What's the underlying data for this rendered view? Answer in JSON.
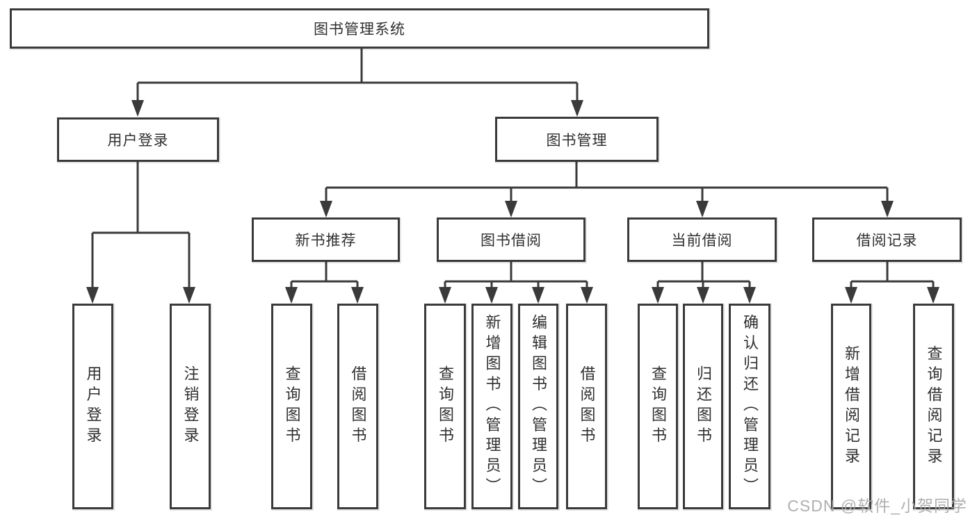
{
  "diagram": {
    "title": "图书管理系统",
    "branches": [
      {
        "label": "用户登录",
        "leaves": [
          "用户登录",
          "注销登录"
        ]
      },
      {
        "label": "图书管理",
        "children": [
          {
            "label": "新书推荐",
            "leaves": [
              "查询图书",
              "借阅图书"
            ]
          },
          {
            "label": "图书借阅",
            "leaves": [
              "查询图书",
              "新增图书（管理员）",
              "编辑图书（管理员）",
              "借阅图书"
            ]
          },
          {
            "label": "当前借阅",
            "leaves": [
              "查询图书",
              "归还图书",
              "确认归还（管理员）"
            ]
          },
          {
            "label": "借阅记录",
            "leaves": [
              "新增借阅记录",
              "查询借阅记录"
            ]
          }
        ]
      }
    ]
  },
  "watermark": "CSDN @软件_小贺同学",
  "colors": {
    "line": "#3a3a3a",
    "box_border": "#3a3a3a",
    "text": "#2f2f2f",
    "watermark": "#a8a8a8",
    "background": "#ffffff"
  }
}
